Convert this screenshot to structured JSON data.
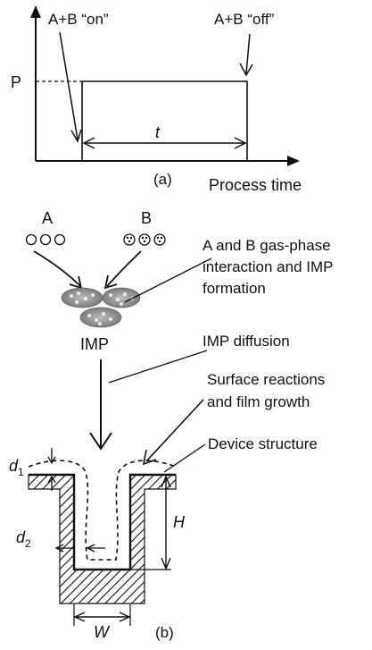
{
  "panel_a": {
    "y_axis_label": "P",
    "on_label": "A+B “on”",
    "off_label": "A+B “off”",
    "duration_label": "t",
    "caption": "(a)",
    "x_axis_label": "Process time"
  },
  "panel_b": {
    "species_a_label": "A",
    "species_b_label": "B",
    "interaction_label_lines": [
      "A and B gas-phase",
      "interaction and IMP",
      "formation"
    ],
    "imp_label": "IMP",
    "diffusion_label": "IMP diffusion",
    "surface_label_lines": [
      "Surface reactions",
      "and film growth"
    ],
    "device_label": "Device structure",
    "d1_label": "d",
    "d1_sub": "1",
    "d2_label": "d",
    "d2_sub": "2",
    "height_label": "H",
    "width_label": "W",
    "caption": "(b)"
  }
}
